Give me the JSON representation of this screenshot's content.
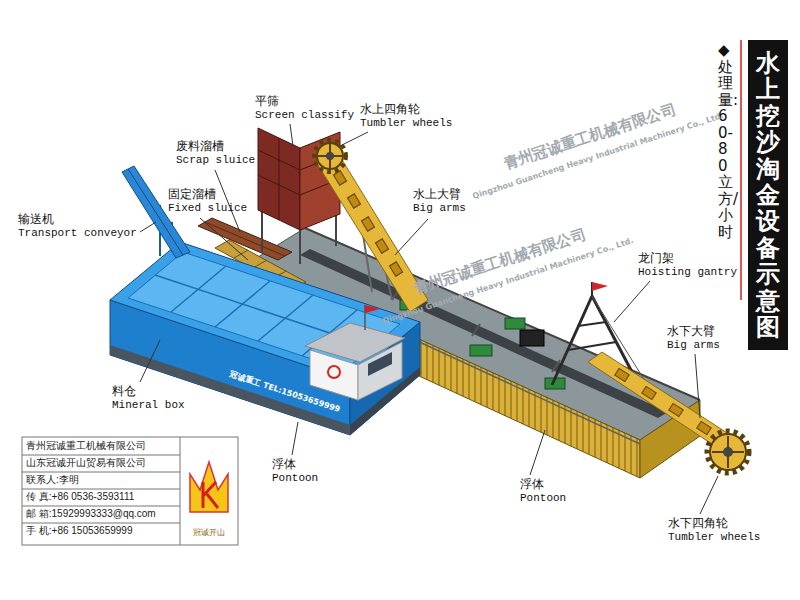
{
  "diagram": {
    "title": "水上挖沙淘金设备示意图",
    "labels": [
      "平筛",
      "Screen classify",
      "水上四角轮",
      "Tumbler wheels",
      "废料溜槽",
      "Scrap sluice",
      "固定溜槽",
      "Fixed sluice",
      "水上大臂",
      "Big arms",
      "输送机",
      "Transport conveyor",
      "龙门架",
      "Hoisting gantry",
      "料仓",
      "Mineral box",
      "水下大臂",
      "Big arms",
      "浮体",
      "Pontoon",
      "浮体",
      "Pontoon",
      "水下四角轮",
      "Tumbler wheels",
      "◆处理量:60-80立方/小时",
      "青州冠诚重工机械有限公司",
      "山东冠诚开山贸易有限公司",
      "联系人:李明",
      "传 真:+86 0536-3593111",
      "邮 箱:15929993333@qq.com",
      "手 机:+86 15053659999",
      "冠诚开山",
      "冠诚重工 TEL:15053659999",
      "青州冠诚重工机械有限公司",
      "Qingzhou Guancheng Heavy Industrial Machinery Co., Ltd.",
      "青州冠诚重工机械有限公司",
      "Qingzhou Guancheng Heavy Industrial Machinery Co., Ltd."
    ]
  }
}
